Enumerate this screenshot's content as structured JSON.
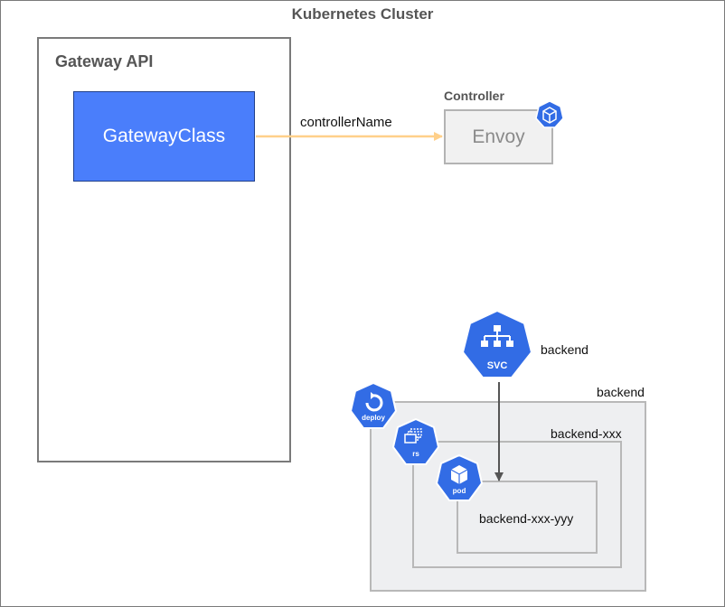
{
  "cluster": {
    "title": "Kubernetes Cluster"
  },
  "gateway_api": {
    "title": "Gateway API",
    "gatewayclass_label": "GatewayClass"
  },
  "controller": {
    "title": "Controller",
    "envoy_label": "Envoy"
  },
  "edge": {
    "label": "controllerName",
    "color": "#ffd08a"
  },
  "service": {
    "icon_label": "SVC",
    "name": "backend"
  },
  "deployment": {
    "icon_label": "deploy",
    "name": "backend"
  },
  "replicaset": {
    "icon_label": "rs",
    "name": "backend-xxx"
  },
  "pod": {
    "icon_label": "pod",
    "name": "backend-xxx-yyy"
  },
  "colors": {
    "k8s_blue": "#326ce5",
    "gatewayclass": "#4a7efb"
  }
}
